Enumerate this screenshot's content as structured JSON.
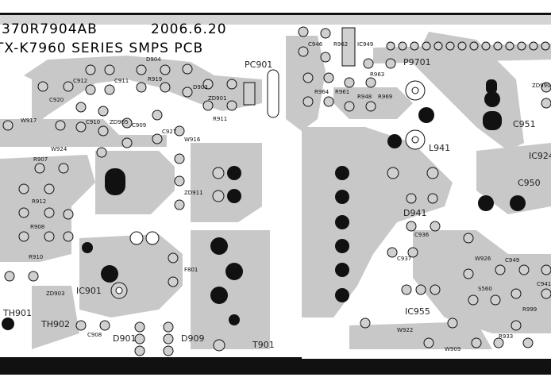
{
  "header": {
    "part_number": "370R7904AB",
    "date": "2006.6.20",
    "board_title": "TX-K7960 SERIES SMPS PCB"
  },
  "labels": {
    "d904": "D904",
    "r919": "R919",
    "d903": "D903",
    "zd901": "ZD901",
    "r911": "R911",
    "pc901": "PC901",
    "c912": "C912",
    "c911": "C911",
    "c920": "C920",
    "w917": "W917",
    "c910": "C910",
    "zd905": "ZD905",
    "c909": "C909",
    "c927": "C927",
    "w916": "W916",
    "w924": "W924",
    "r907": "R907",
    "zd911": "ZD911",
    "r912": "R912",
    "r908": "R908",
    "r910": "R910",
    "ic901": "IC901",
    "f801": "F801",
    "zd903": "ZD903",
    "th901": "TH901",
    "th902": "TH902",
    "c908": "C908",
    "d901": "D901",
    "d909": "D909",
    "t901": "T901",
    "c946": "C946",
    "r962": "R962",
    "ic949": "IC949",
    "r963": "R963",
    "p9701": "P9701",
    "r964": "R964",
    "r961": "R961",
    "r948": "R948",
    "r969": "R969",
    "l941": "L941",
    "c951": "C951",
    "zd990": "ZD990",
    "ic924": "IC924",
    "c950": "C950",
    "d941": "D941",
    "c936": "C936",
    "c937": "C937",
    "w926": "W926",
    "c949": "C949",
    "s560": "S560",
    "r999": "R999",
    "ic955": "IC955",
    "w922": "W922",
    "w909": "W909",
    "r933": "R933",
    "c941": "C941"
  }
}
